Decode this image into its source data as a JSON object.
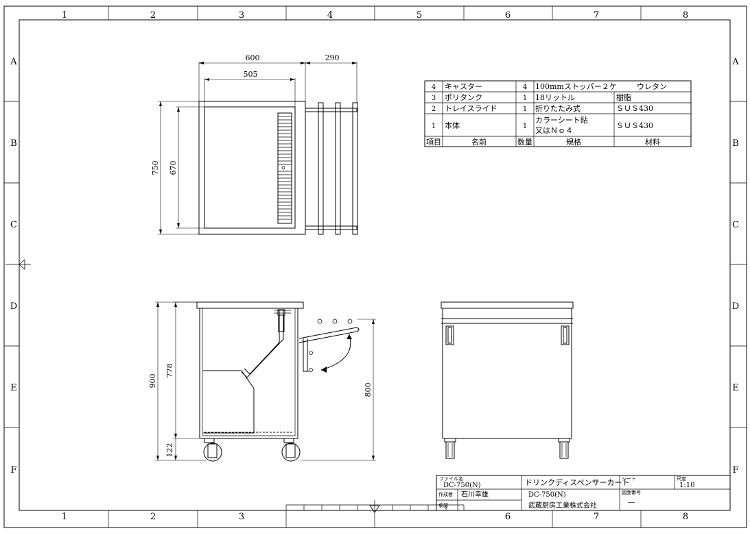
{
  "grid": {
    "columns": [
      "1",
      "2",
      "3",
      "4",
      "5",
      "6",
      "7",
      "8"
    ],
    "rows": [
      "A",
      "B",
      "C",
      "D",
      "E",
      "F"
    ]
  },
  "parts_table": {
    "header": {
      "item": "項目",
      "name": "名前",
      "qty": "数量",
      "spec": "規格",
      "material": "材料"
    },
    "rows": [
      {
        "item": "4",
        "name": "キャスター",
        "qty": "4",
        "spec": "100mmストッパー２ケ",
        "material": "ウレタン"
      },
      {
        "item": "3",
        "name": "ポリタンク",
        "qty": "1",
        "spec": "18リットル",
        "material": "樹脂"
      },
      {
        "item": "2",
        "name": "トレイスライド",
        "qty": "1",
        "spec": "折りたたみ式",
        "material": "ＳＵＳ430"
      },
      {
        "item": "1",
        "name": "本体",
        "qty": "1",
        "spec_line1": "カラーシート貼",
        "spec_line2": "又はＮｏ４",
        "material": "ＳＵＳ430"
      }
    ]
  },
  "dimensions": {
    "top_width": "600",
    "top_inner_width": "505",
    "top_tray_width": "290",
    "top_height": "750",
    "top_inner_height": "670",
    "side_total_height": "900",
    "side_body_height": "778",
    "side_caster_height": "122",
    "tray_height": "800"
  },
  "title_block": {
    "file_label": "ファイル名",
    "file_value": "DC-750(N)",
    "title": "ドリンクディスペンサーカート",
    "sheet_label": "シート",
    "scale_label": "尺度",
    "scale_value": "1:10",
    "author_label": "作成者",
    "author_value": "石川幸雄",
    "model": "DC-750(N)",
    "drawing_no_label": "図面番号",
    "drawing_no_value": "―",
    "approval_label": "承認",
    "company": "武蔵厨房工業株式会社"
  }
}
